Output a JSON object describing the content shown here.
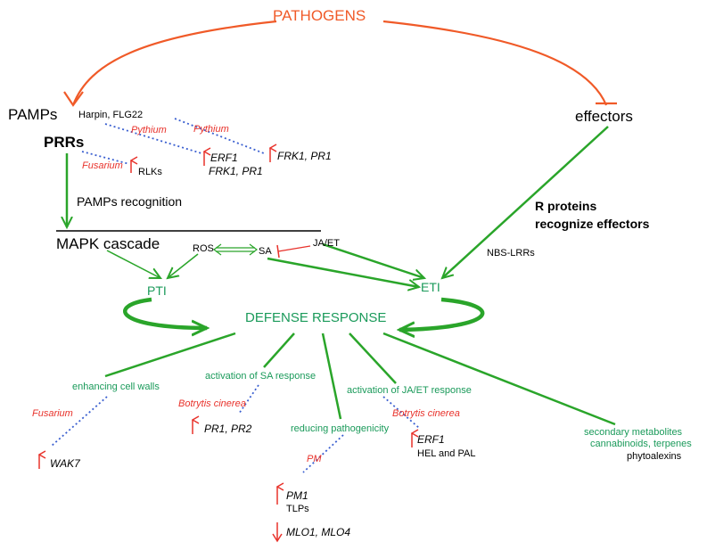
{
  "colors": {
    "orange": "#f05a28",
    "green": "#2aa52a",
    "teal_text": "#1a9a5a",
    "red": "#e8322b",
    "blue_dotted": "#3a5fd0",
    "black": "#000000"
  },
  "labels": {
    "pathogens": "PATHOGENS",
    "pamps": "PAMPs",
    "harpin": "Harpin, FLG22",
    "prrs": "PRRs",
    "pythium1": "Pythium",
    "pythium2": "Pythium",
    "fusarium_top": "Fusarium",
    "rlks": "RLKs",
    "erf1_top": "ERF1",
    "frk1_pr1_mid": "FRK1, PR1",
    "frk1_pr1_right": "FRK1, PR1",
    "effectors": "effectors",
    "pamps_recognition": "PAMPs recognition",
    "r_proteins_line1": "R proteins",
    "r_proteins_line2": "recognize effectors",
    "mapk": "MAPK cascade",
    "ros": "ROS",
    "sa": "SA",
    "ja_et": "JA/ET",
    "nbs_lrrs": "NBS-LRRs",
    "pti": "PTI",
    "eti": "ETI",
    "defense": "DEFENSE RESPONSE",
    "enhancing_cell_walls": "enhancing cell walls",
    "activation_sa": "activation of SA response",
    "activation_ja": "activation of JA/ET response",
    "reducing_pathogenicity": "reducing pathogenicity",
    "secondary_metabolites": "secondary metabolites",
    "cannabinoids": "cannabinoids, terpenes",
    "phytoalexins": "phytoalexins",
    "fusarium_bottom": "Fusarium",
    "botrytis1": "Botrytis cinerea",
    "botrytis2": "Botrytis cinerea",
    "pm": "PM",
    "wak7": "WAK7",
    "pr1_pr2": "PR1, PR2",
    "erf1_bottom": "ERF1",
    "hel_pal": "HEL and PAL",
    "pm1": "PM1",
    "tlps": "TLPs",
    "mlo": "MLO1, MLO4"
  }
}
